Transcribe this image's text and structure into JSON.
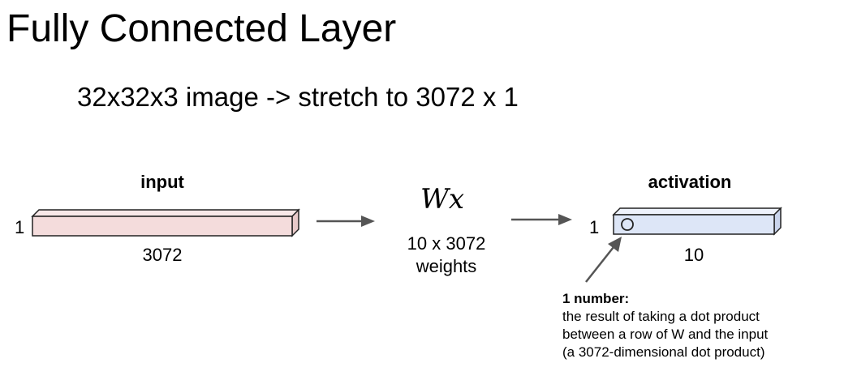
{
  "title": "Fully Connected Layer",
  "subtitle": "32x32x3 image -> stretch to 3072 x 1",
  "input": {
    "heading": "input",
    "height_label": "1",
    "length_label": "3072",
    "color": "#f4dcdc"
  },
  "transform": {
    "formula": "Wx",
    "line1": "10 x 3072",
    "line2": "weights"
  },
  "activation": {
    "heading": "activation",
    "height_label": "1",
    "length_label": "10",
    "color": "#dde6f7"
  },
  "annotation": {
    "heading": "1 number:",
    "line1": "the result of taking a dot product",
    "line2": "between a row of W and the input",
    "line3": "(a 3072-dimensional dot product)"
  },
  "colors": {
    "stroke": "#222222",
    "arrow": "#555555"
  }
}
